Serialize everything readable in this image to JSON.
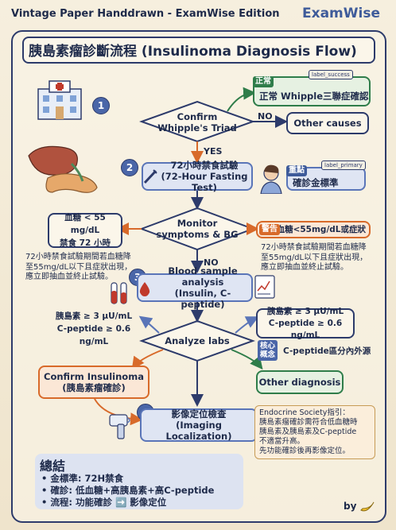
{
  "header": {
    "title": "Vintage Paper Handdrawn - ExamWise Edition",
    "brand": "ExamWise"
  },
  "main_title": "胰島素瘤診斷流程 (Insulinoma Diagnosis Flow)",
  "steps": {
    "step1": {
      "num": "1",
      "text1": "Confirm",
      "text2": "Whipple's Triad"
    },
    "step2": {
      "num": "2",
      "text1": "72小時禁食試驗",
      "text2": "(72-Hour Fasting Test)"
    },
    "step3": {
      "num": "3",
      "text1": "Blood sample analysis",
      "text2": "(Insulin, C-peptide)"
    },
    "step4": {
      "num": "4",
      "text1": "影像定位檢查",
      "text2": "(Imaging Localization)"
    }
  },
  "decisions": {
    "monitor": {
      "text1": "Monitor",
      "text2": "symptoms & BG"
    },
    "analyze": {
      "text": "Analyze labs"
    }
  },
  "arrows": {
    "yes": "YES",
    "no1": "NO",
    "no2": "NO"
  },
  "outcomes": {
    "other_causes": "Other causes",
    "other_diagnosis": "Other diagnosis",
    "confirm_insulinoma1": "Confirm Insulinoma",
    "confirm_insulinoma2": "(胰島素瘤確診)"
  },
  "callouts": {
    "success": {
      "tag": "label_success",
      "badge": "正常",
      "text": "正常 Whipple三聯症確認"
    },
    "primary": {
      "tag": "label_primary",
      "badge": "重點",
      "text": "確診金標準"
    },
    "warning": {
      "badge": "警告",
      "text": "血糖<55mg/dL或症狀"
    },
    "core": {
      "badge1": "核心",
      "badge2": "概念",
      "text": "C-peptide區分內外源"
    }
  },
  "left_notes": {
    "bg": "血糖 < 55 mg/dL",
    "fast": "禁食 72 小時",
    "desc1": "72小時禁食試驗期間若血糖降",
    "desc2": "至55mg/dL以下且症狀出現，",
    "desc3": "應立即抽血並終止試驗。"
  },
  "right_notes": {
    "desc1": "72小時禁食試驗期間若血糖降",
    "desc2": "至55mg/dL以下且症狀出現，",
    "desc3": "應立即抽血並終止試驗。"
  },
  "labs": {
    "left_insulin": "胰島素 ≥ 3 μU/mL",
    "left_cpep": "C-peptide ≥ 0.6 ng/mL",
    "right_insulin": "胰島素 ≥ 3 μU/mL",
    "right_cpep": "C-peptide ≥ 0.6 ng/mL"
  },
  "endocrine_note": {
    "line1": "Endocrine Society指引：",
    "line2": "胰島素瘤確診需符合低血糖時",
    "line3": "胰島素及胰島素及C-peptide",
    "line4": "不適當升高。",
    "line5": "先功能確診後再影像定位。"
  },
  "summary": {
    "title": "總結",
    "item1": "• 金標準: 72H禁食",
    "item2": "• 確診: 低血糖+高胰島素+高C-peptide",
    "item3": "• 流程: 功能確診 ➡️ 影像定位"
  },
  "footer": {
    "by": "by"
  },
  "colors": {
    "navy": "#2d3b6b",
    "green": "#2f7d4a",
    "orange": "#d86a2a",
    "blue": "#4a66a8",
    "red": "#c0392b"
  }
}
